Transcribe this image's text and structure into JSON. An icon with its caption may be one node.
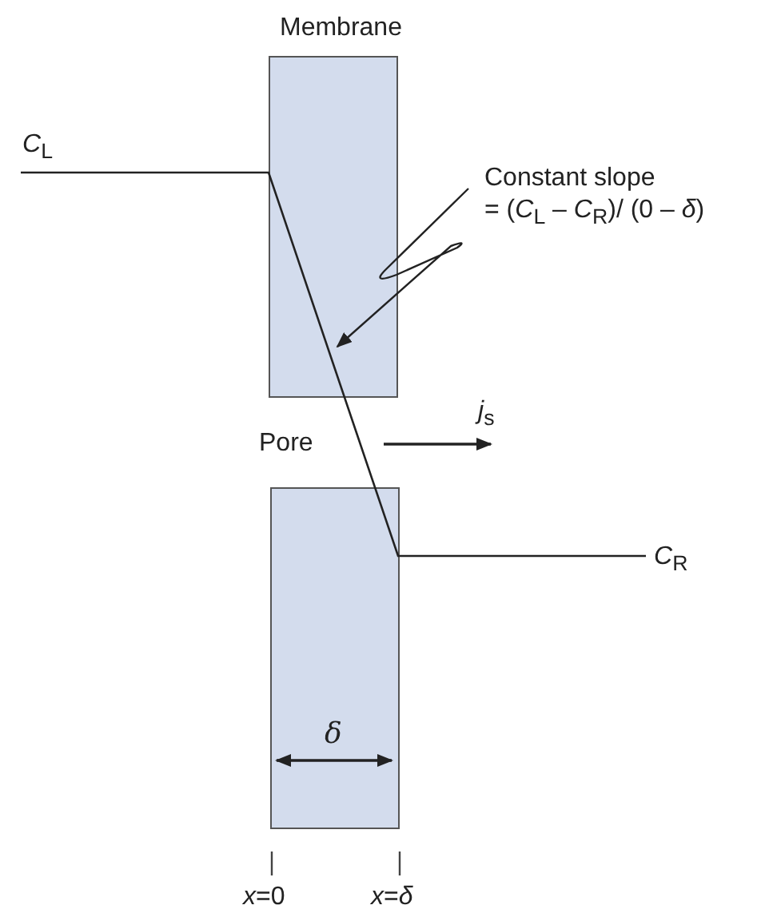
{
  "diagram": {
    "nodes": [
      {
        "text": [],
        "shape": "box"
      },
      {
        "text": [],
        "shape": "box"
      },
      {
        "text": [],
        "shape": "line"
      },
      {
        "text": [
          "Constant slope",
          "= (*C*$_{L}$ – *C*$_{R}$)/ (0 – *δ*)"
        ]
      }
    ],
    "edges": [
      {
        "from": 3,
        "to": 2,
        "arrow": "to"
      }
    ],
    "labels": [
      "Membrane",
      "*C*$_{L}$",
      "Pore",
      "*j*$_{s}$",
      "*C*$_{R}$",
      "*δ*",
      "*x*=0",
      "*x*=*δ*"
    ]
  }
}
